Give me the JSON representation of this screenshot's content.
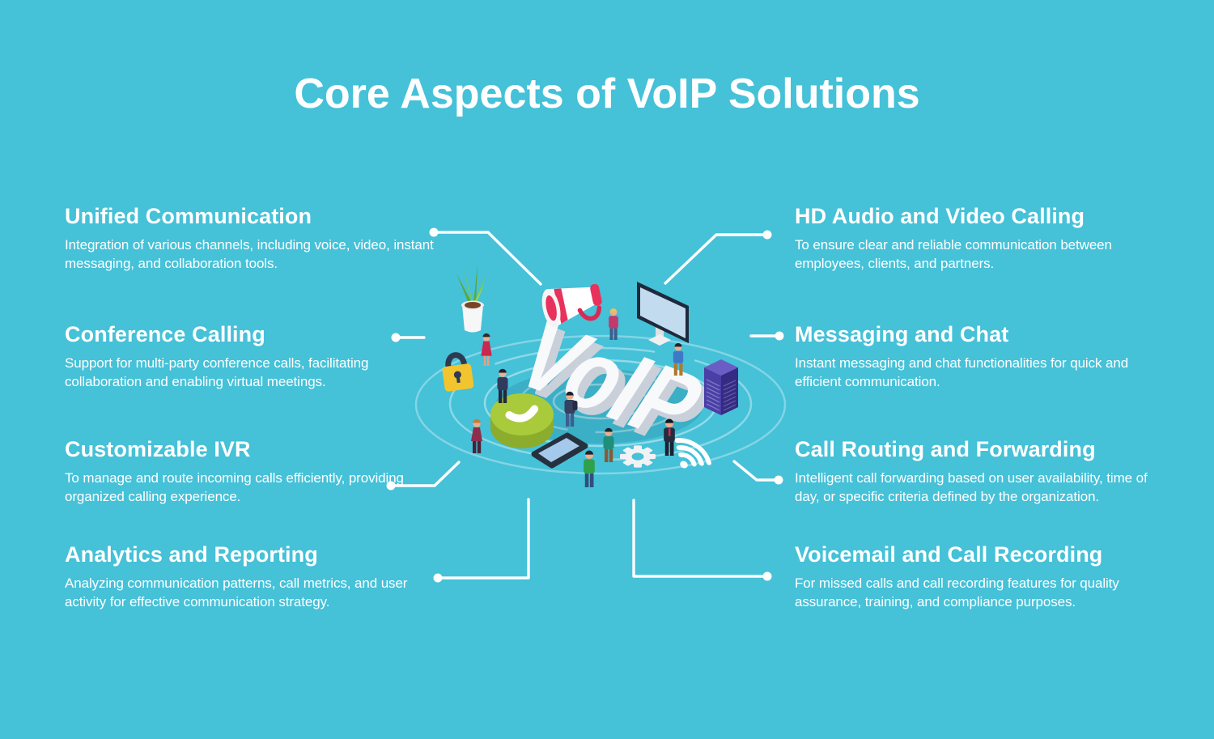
{
  "title": "Core Aspects of VoIP Solutions",
  "colors": {
    "background": "#45C1D8",
    "text": "#FFFFFF",
    "connector": "#FFFFFF",
    "accent_red": "#E8315B",
    "accent_green_button": "#A9CA3A",
    "accent_yellow_lock": "#F2C52E",
    "accent_indigo_server": "#453A9E",
    "screen_blue": "#C2DBEE",
    "leaf_green": "#6FB93F"
  },
  "center": {
    "label": "VoIP",
    "icons": [
      "potted-plant",
      "megaphone",
      "monitor",
      "server-rack",
      "padlock",
      "call-button",
      "smartphone",
      "gear",
      "wifi-signal",
      "people-figures",
      "ripple-rings"
    ]
  },
  "features": {
    "left": [
      {
        "title": "Unified Communication",
        "description": "Integration of various channels, including voice, video, instant messaging, and collaboration tools."
      },
      {
        "title": "Conference Calling",
        "description": "Support for multi-party conference calls, facilitating collaboration and enabling virtual meetings."
      },
      {
        "title": "Customizable IVR",
        "description": "To manage and route incoming calls efficiently, providing organized calling experience."
      },
      {
        "title": "Analytics and Reporting",
        "description": "Analyzing communication patterns, call metrics, and user activity for effective communication strategy."
      }
    ],
    "right": [
      {
        "title": "HD Audio and Video Calling",
        "description": "To ensure clear and reliable communication between employees, clients, and partners."
      },
      {
        "title": "Messaging and Chat",
        "description": "Instant messaging and chat functionalities for quick and efficient communication."
      },
      {
        "title": "Call Routing and Forwarding",
        "description": "Intelligent call forwarding based on user availability, time of day, or specific criteria defined by the organization."
      },
      {
        "title": "Voicemail and Call Recording",
        "description": "For missed calls and call recording features for quality assurance, training, and compliance purposes."
      }
    ]
  }
}
